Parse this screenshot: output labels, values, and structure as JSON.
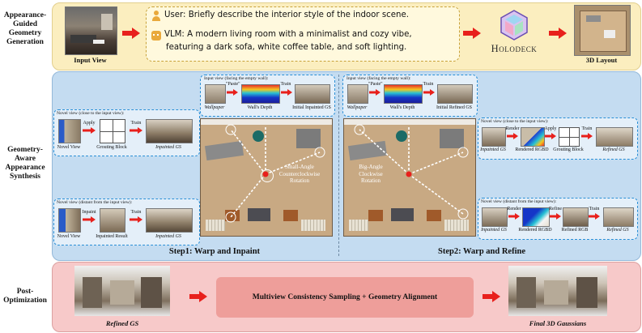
{
  "rows": {
    "row1_label": "Appearance-\nGuided\nGeometry\nGeneration",
    "row2_label": "Geometry-\nAware\nAppearance\nSynthesis",
    "row3_label": "Post-\nOptimization"
  },
  "stage1": {
    "input_view_caption": "Input View",
    "user_text": "User: Briefly describe the interior style of the indoor scene.",
    "vlm_text": "VLM: A modern living room with a minimalist and cozy vibe,",
    "vlm_text2": "featuring a dark sofa, white coffee table, and soft lighting.",
    "holodeck_label": "Holodeck",
    "layout_caption": "3D Layout"
  },
  "step1": {
    "wall_box_title": "Input view (facing the empty wall):",
    "wall_cap1": "Wallpaper",
    "paste_label": "\"Paste\"",
    "wall_cap2": "Wall's Depth",
    "train_label": "Train",
    "wall_cap3": "Initial Inpainted GS",
    "close_box_title": "Novel view (close to the input view):",
    "close_apply": "Apply",
    "close_train": "Train",
    "close_cap1": "Novel View",
    "close_cap2": "Grouting Block",
    "close_cap3": "Inpainted GS",
    "far_box_title": "Novel view (distant from the input view):",
    "far_inpaint": "Inpaint",
    "far_train": "Train",
    "far_cap1": "Novel View",
    "far_cap2": "Inpainted Result",
    "far_cap3": "Inpainted GS",
    "rotation_label": "Small-Angle\nCounterclockwise\nRotation",
    "step_title": "Step1: Warp and Inpaint"
  },
  "step2": {
    "wall_box_title": "Input view (facing the empty wall):",
    "wall_cap1": "Wallpaper",
    "paste_label": "\"Paste\"",
    "wall_cap2": "Wall's Depth",
    "train_label": "Train",
    "wall_cap3": "Initial Refined GS",
    "close_box_title": "Novel view (close to the input view):",
    "close_render": "Render",
    "close_apply": "Apply",
    "close_train": "Train",
    "close_cap1": "Inpainted GS",
    "close_cap2": "Rendered RGBD",
    "close_cap3": "Grouting Block",
    "close_cap4": "Refined GS",
    "far_box_title": "Novel view (distant from the input view):",
    "far_render": "Render",
    "far_refine": "Refine",
    "far_train": "Train",
    "far_cap1": "Inpainted GS",
    "far_cap2": "Rendered RGBD",
    "far_cap3": "Refined RGB",
    "far_cap4": "Refined GS",
    "rotation_label": "Big-Angle\nClockwise\nRotation",
    "step_title": "Step2: Warp and Refine"
  },
  "stage3": {
    "refined_caption": "Refined GS",
    "center_box": "Multiview Consistency Sampling + Geometry Alignment",
    "final_caption": "Final 3D Gaussians"
  },
  "colors": {
    "panel1": "#fbeebf",
    "panel2": "#c4dcf1",
    "panel3": "#f7c9c9",
    "arrow": "#e8201c",
    "dash": "#2a8fd6"
  }
}
